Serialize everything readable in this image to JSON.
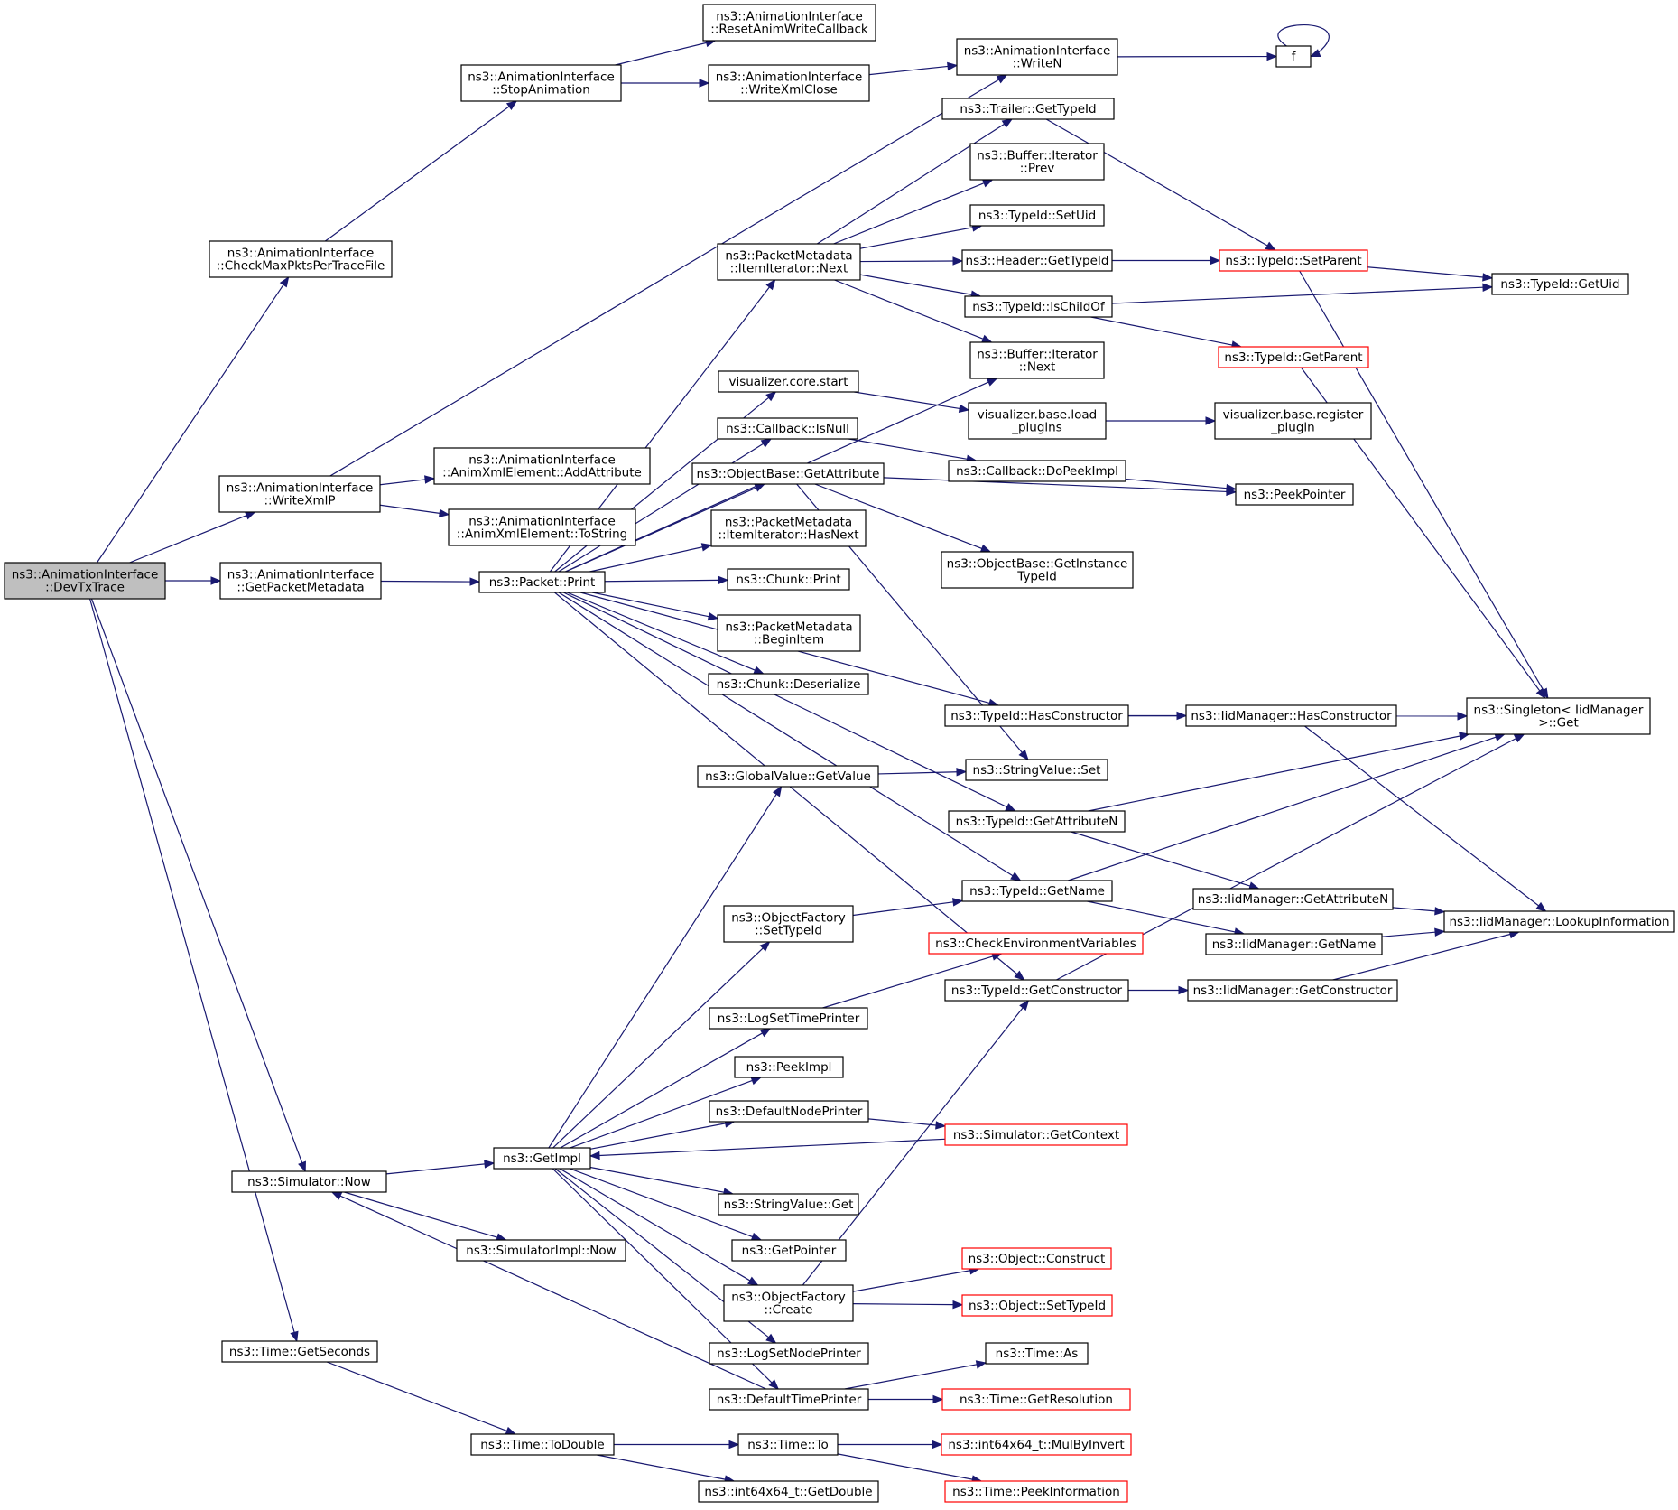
{
  "nodes": [
    {
      "id": "root",
      "lines": [
        "ns3::AnimationInterface",
        "::DevTxTrace"
      ],
      "root": true
    },
    {
      "id": "checkMax",
      "lines": [
        "ns3::AnimationInterface",
        "::CheckMaxPktsPerTraceFile"
      ]
    },
    {
      "id": "stopAnim",
      "lines": [
        "ns3::AnimationInterface",
        "::StopAnimation"
      ]
    },
    {
      "id": "resetAnim",
      "lines": [
        "ns3::AnimationInterface",
        "::ResetAnimWriteCallback"
      ]
    },
    {
      "id": "writeXmlClose",
      "lines": [
        "ns3::AnimationInterface",
        "::WriteXmlClose"
      ]
    },
    {
      "id": "writeN",
      "lines": [
        "ns3::AnimationInterface",
        "::WriteN"
      ]
    },
    {
      "id": "f",
      "lines": [
        "f"
      ]
    },
    {
      "id": "writeXmlP",
      "lines": [
        "ns3::AnimationInterface",
        "::WriteXmlP"
      ]
    },
    {
      "id": "addAttr",
      "lines": [
        "ns3::AnimationInterface",
        "::AnimXmlElement::AddAttribute"
      ]
    },
    {
      "id": "toString",
      "lines": [
        "ns3::AnimationInterface",
        "::AnimXmlElement::ToString"
      ]
    },
    {
      "id": "getPktMeta",
      "lines": [
        "ns3::AnimationInterface",
        "::GetPacketMetadata"
      ]
    },
    {
      "id": "pktPrint",
      "lines": [
        "ns3::Packet::Print"
      ]
    },
    {
      "id": "itemNext",
      "lines": [
        "ns3::PacketMetadata",
        "::ItemIterator::Next"
      ]
    },
    {
      "id": "trailerGetTypeId",
      "lines": [
        "ns3::Trailer::GetTypeId"
      ]
    },
    {
      "id": "bufPrev",
      "lines": [
        "ns3::Buffer::Iterator",
        "::Prev"
      ]
    },
    {
      "id": "setUid",
      "lines": [
        "ns3::TypeId::SetUid"
      ]
    },
    {
      "id": "headerGetTypeId",
      "lines": [
        "ns3::Header::GetTypeId"
      ]
    },
    {
      "id": "setParent",
      "lines": [
        "ns3::TypeId::SetParent"
      ],
      "red": true
    },
    {
      "id": "getUid",
      "lines": [
        "ns3::TypeId::GetUid"
      ]
    },
    {
      "id": "isChildOf",
      "lines": [
        "ns3::TypeId::IsChildOf"
      ]
    },
    {
      "id": "getParent",
      "lines": [
        "ns3::TypeId::GetParent"
      ],
      "red": true
    },
    {
      "id": "bufNext",
      "lines": [
        "ns3::Buffer::Iterator",
        "::Next"
      ]
    },
    {
      "id": "visStart",
      "lines": [
        "visualizer.core.start"
      ]
    },
    {
      "id": "visLoad",
      "lines": [
        "visualizer.base.load",
        "_plugins"
      ]
    },
    {
      "id": "visRegister",
      "lines": [
        "visualizer.base.register",
        "_plugin"
      ]
    },
    {
      "id": "cbIsNull",
      "lines": [
        "ns3::Callback::IsNull"
      ]
    },
    {
      "id": "cbDoPeek",
      "lines": [
        "ns3::Callback::DoPeekImpl"
      ]
    },
    {
      "id": "peekPointer",
      "lines": [
        "ns3::PeekPointer"
      ]
    },
    {
      "id": "objGetAttr",
      "lines": [
        "ns3::ObjectBase::GetAttribute"
      ]
    },
    {
      "id": "objGetInst",
      "lines": [
        "ns3::ObjectBase::GetInstance",
        "TypeId"
      ]
    },
    {
      "id": "hasNext",
      "lines": [
        "ns3::PacketMetadata",
        "::ItemIterator::HasNext"
      ]
    },
    {
      "id": "chunkPrint",
      "lines": [
        "ns3::Chunk::Print"
      ]
    },
    {
      "id": "beginItem",
      "lines": [
        "ns3::PacketMetadata",
        "::BeginItem"
      ]
    },
    {
      "id": "chunkDeser",
      "lines": [
        "ns3::Chunk::Deserialize"
      ]
    },
    {
      "id": "hasCtor",
      "lines": [
        "ns3::TypeId::HasConstructor"
      ]
    },
    {
      "id": "iidHasCtor",
      "lines": [
        "ns3::IidManager::HasConstructor"
      ]
    },
    {
      "id": "singletonGet",
      "lines": [
        "ns3::Singleton< IidManager",
        ">::Get"
      ]
    },
    {
      "id": "globalGetValue",
      "lines": [
        "ns3::GlobalValue::GetValue"
      ]
    },
    {
      "id": "strSet",
      "lines": [
        "ns3::StringValue::Set"
      ]
    },
    {
      "id": "getAttrN",
      "lines": [
        "ns3::TypeId::GetAttributeN"
      ]
    },
    {
      "id": "getName",
      "lines": [
        "ns3::TypeId::GetName"
      ]
    },
    {
      "id": "iidGetAttrN",
      "lines": [
        "ns3::IidManager::GetAttributeN"
      ]
    },
    {
      "id": "iidGetName",
      "lines": [
        "ns3::IidManager::GetName"
      ]
    },
    {
      "id": "lookupInfo",
      "lines": [
        "ns3::IidManager::LookupInformation"
      ]
    },
    {
      "id": "ofSetTypeId",
      "lines": [
        "ns3::ObjectFactory",
        "::SetTypeId"
      ]
    },
    {
      "id": "checkEnv",
      "lines": [
        "ns3::CheckEnvironmentVariables"
      ],
      "red": true
    },
    {
      "id": "getCtor",
      "lines": [
        "ns3::TypeId::GetConstructor"
      ]
    },
    {
      "id": "iidGetCtor",
      "lines": [
        "ns3::IidManager::GetConstructor"
      ]
    },
    {
      "id": "logSetTime",
      "lines": [
        "ns3::LogSetTimePrinter"
      ]
    },
    {
      "id": "peekImpl",
      "lines": [
        "ns3::PeekImpl"
      ]
    },
    {
      "id": "defNodePrinter",
      "lines": [
        "ns3::DefaultNodePrinter"
      ]
    },
    {
      "id": "simGetContext",
      "lines": [
        "ns3::Simulator::GetContext"
      ],
      "red": true
    },
    {
      "id": "getImpl",
      "lines": [
        "ns3::GetImpl"
      ]
    },
    {
      "id": "simNow",
      "lines": [
        "ns3::Simulator::Now"
      ]
    },
    {
      "id": "simImplNow",
      "lines": [
        "ns3::SimulatorImpl::Now"
      ]
    },
    {
      "id": "strGet",
      "lines": [
        "ns3::StringValue::Get"
      ]
    },
    {
      "id": "getPointer",
      "lines": [
        "ns3::GetPointer"
      ]
    },
    {
      "id": "ofCreate",
      "lines": [
        "ns3::ObjectFactory",
        "::Create"
      ]
    },
    {
      "id": "objConstruct",
      "lines": [
        "ns3::Object::Construct"
      ],
      "red": true
    },
    {
      "id": "objSetTypeId",
      "lines": [
        "ns3::Object::SetTypeId"
      ],
      "red": true
    },
    {
      "id": "logSetNode",
      "lines": [
        "ns3::LogSetNodePrinter"
      ]
    },
    {
      "id": "defTimePrinter",
      "lines": [
        "ns3::DefaultTimePrinter"
      ]
    },
    {
      "id": "timeAs",
      "lines": [
        "ns3::Time::As"
      ]
    },
    {
      "id": "timeGetRes",
      "lines": [
        "ns3::Time::GetResolution"
      ],
      "red": true
    },
    {
      "id": "timeGetSec",
      "lines": [
        "ns3::Time::GetSeconds"
      ]
    },
    {
      "id": "timeToDouble",
      "lines": [
        "ns3::Time::ToDouble"
      ]
    },
    {
      "id": "timeTo",
      "lines": [
        "ns3::Time::To"
      ]
    },
    {
      "id": "mulByInvert",
      "lines": [
        "ns3::int64x64_t::MulByInvert"
      ],
      "red": true
    },
    {
      "id": "peekInfo",
      "lines": [
        "ns3::Time::PeekInformation"
      ],
      "red": true
    },
    {
      "id": "getDouble",
      "lines": [
        "ns3::int64x64_t::GetDouble"
      ]
    }
  ],
  "edges": [
    [
      "root",
      "checkMax"
    ],
    [
      "root",
      "writeXmlP"
    ],
    [
      "root",
      "getPktMeta"
    ],
    [
      "root",
      "simNow"
    ],
    [
      "root",
      "timeGetSec"
    ],
    [
      "checkMax",
      "stopAnim"
    ],
    [
      "stopAnim",
      "resetAnim"
    ],
    [
      "stopAnim",
      "writeXmlClose"
    ],
    [
      "writeXmlClose",
      "writeN"
    ],
    [
      "writeN",
      "f"
    ],
    [
      "f",
      "f"
    ],
    [
      "writeXmlP",
      "writeN"
    ],
    [
      "writeXmlP",
      "addAttr"
    ],
    [
      "writeXmlP",
      "toString"
    ],
    [
      "getPktMeta",
      "pktPrint"
    ],
    [
      "pktPrint",
      "itemNext"
    ],
    [
      "pktPrint",
      "bufNext"
    ],
    [
      "pktPrint",
      "visStart"
    ],
    [
      "pktPrint",
      "cbIsNull"
    ],
    [
      "pktPrint",
      "objGetAttr"
    ],
    [
      "pktPrint",
      "hasNext"
    ],
    [
      "pktPrint",
      "chunkPrint"
    ],
    [
      "pktPrint",
      "beginItem"
    ],
    [
      "pktPrint",
      "chunkDeser"
    ],
    [
      "pktPrint",
      "hasCtor"
    ],
    [
      "pktPrint",
      "getAttrN"
    ],
    [
      "pktPrint",
      "getName"
    ],
    [
      "pktPrint",
      "getCtor"
    ],
    [
      "itemNext",
      "trailerGetTypeId"
    ],
    [
      "itemNext",
      "bufPrev"
    ],
    [
      "itemNext",
      "setUid"
    ],
    [
      "itemNext",
      "headerGetTypeId"
    ],
    [
      "itemNext",
      "isChildOf"
    ],
    [
      "itemNext",
      "bufNext"
    ],
    [
      "trailerGetTypeId",
      "setParent"
    ],
    [
      "headerGetTypeId",
      "setParent"
    ],
    [
      "setParent",
      "getUid"
    ],
    [
      "setParent",
      "singletonGet"
    ],
    [
      "isChildOf",
      "getUid"
    ],
    [
      "isChildOf",
      "getParent"
    ],
    [
      "getParent",
      "singletonGet"
    ],
    [
      "visStart",
      "visLoad"
    ],
    [
      "visLoad",
      "visRegister"
    ],
    [
      "cbIsNull",
      "cbDoPeek"
    ],
    [
      "cbDoPeek",
      "peekPointer"
    ],
    [
      "objGetAttr",
      "peekPointer"
    ],
    [
      "objGetAttr",
      "objGetInst"
    ],
    [
      "objGetAttr",
      "strSet"
    ],
    [
      "hasCtor",
      "singletonGet"
    ],
    [
      "hasCtor",
      "iidHasCtor"
    ],
    [
      "iidHasCtor",
      "lookupInfo"
    ],
    [
      "globalGetValue",
      "strSet"
    ],
    [
      "getAttrN",
      "singletonGet"
    ],
    [
      "getAttrN",
      "iidGetAttrN"
    ],
    [
      "iidGetAttrN",
      "lookupInfo"
    ],
    [
      "getName",
      "singletonGet"
    ],
    [
      "getName",
      "iidGetName"
    ],
    [
      "iidGetName",
      "lookupInfo"
    ],
    [
      "ofSetTypeId",
      "getName"
    ],
    [
      "getCtor",
      "singletonGet"
    ],
    [
      "getCtor",
      "iidGetCtor"
    ],
    [
      "iidGetCtor",
      "lookupInfo"
    ],
    [
      "logSetTime",
      "checkEnv"
    ],
    [
      "defNodePrinter",
      "simGetContext"
    ],
    [
      "simGetContext",
      "getImpl"
    ],
    [
      "getImpl",
      "globalGetValue"
    ],
    [
      "getImpl",
      "ofSetTypeId"
    ],
    [
      "getImpl",
      "logSetTime"
    ],
    [
      "getImpl",
      "peekImpl"
    ],
    [
      "getImpl",
      "defNodePrinter"
    ],
    [
      "getImpl",
      "strGet"
    ],
    [
      "getImpl",
      "getPointer"
    ],
    [
      "getImpl",
      "ofCreate"
    ],
    [
      "getImpl",
      "logSetNode"
    ],
    [
      "getImpl",
      "defTimePrinter"
    ],
    [
      "simNow",
      "getImpl"
    ],
    [
      "simNow",
      "simImplNow"
    ],
    [
      "ofCreate",
      "getCtor"
    ],
    [
      "ofCreate",
      "objConstruct"
    ],
    [
      "ofCreate",
      "objSetTypeId"
    ],
    [
      "defTimePrinter",
      "simNow"
    ],
    [
      "defTimePrinter",
      "timeAs"
    ],
    [
      "defTimePrinter",
      "timeGetRes"
    ],
    [
      "timeGetSec",
      "timeToDouble"
    ],
    [
      "timeToDouble",
      "timeTo"
    ],
    [
      "timeToDouble",
      "getDouble"
    ],
    [
      "timeTo",
      "mulByInvert"
    ],
    [
      "timeTo",
      "peekInfo"
    ]
  ]
}
